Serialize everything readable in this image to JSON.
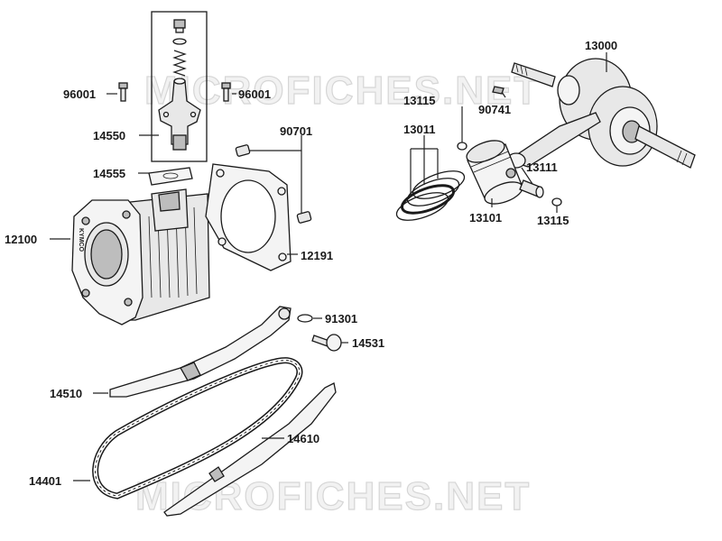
{
  "watermark": "MICROFICHES.NET",
  "cylinder_brand": "KYMCO",
  "labels": {
    "p96001_left": "96001",
    "p96001_right": "96001",
    "p14550": "14550",
    "p14555": "14555",
    "p12100": "12100",
    "p90701": "90701",
    "p12191": "12191",
    "p13115_top": "13115",
    "p13011": "13011",
    "p13000": "13000",
    "p90741": "90741",
    "p13111": "13111",
    "p13101": "13101",
    "p13115_bottom": "13115",
    "p91301": "91301",
    "p14531": "14531",
    "p14510": "14510",
    "p14610": "14610",
    "p14401": "14401"
  }
}
